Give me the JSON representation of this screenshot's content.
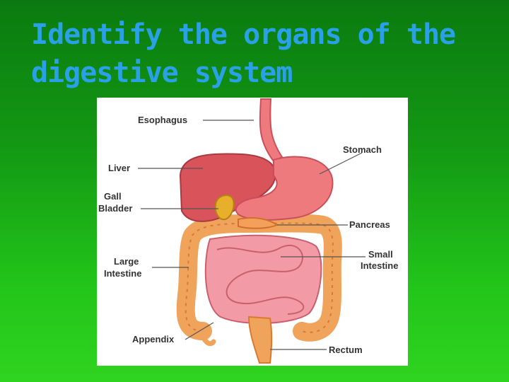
{
  "slide": {
    "title_line1": "Identify the organs of the",
    "title_line2": "digestive system"
  },
  "diagram": {
    "labels": {
      "esophagus": "Esophagus",
      "stomach": "Stomach",
      "liver": "Liver",
      "gall1": "Gall",
      "gall2": "Bladder",
      "pancreas": "Pancreas",
      "large1": "Large",
      "large2": "Intestine",
      "small1": "Small",
      "small2": "Intestine",
      "appendix": "Appendix",
      "rectum": "Rectum"
    },
    "colors": {
      "background": "#1aa51a",
      "title": "#2aa0e6",
      "liver": "#d9535b",
      "stomach": "#ef7a7e",
      "large_intestine": "#f0a35a",
      "small_intestine": "#f29aa6",
      "gall_bladder": "#e8b02a",
      "pancreas": "#f5a05a"
    }
  }
}
